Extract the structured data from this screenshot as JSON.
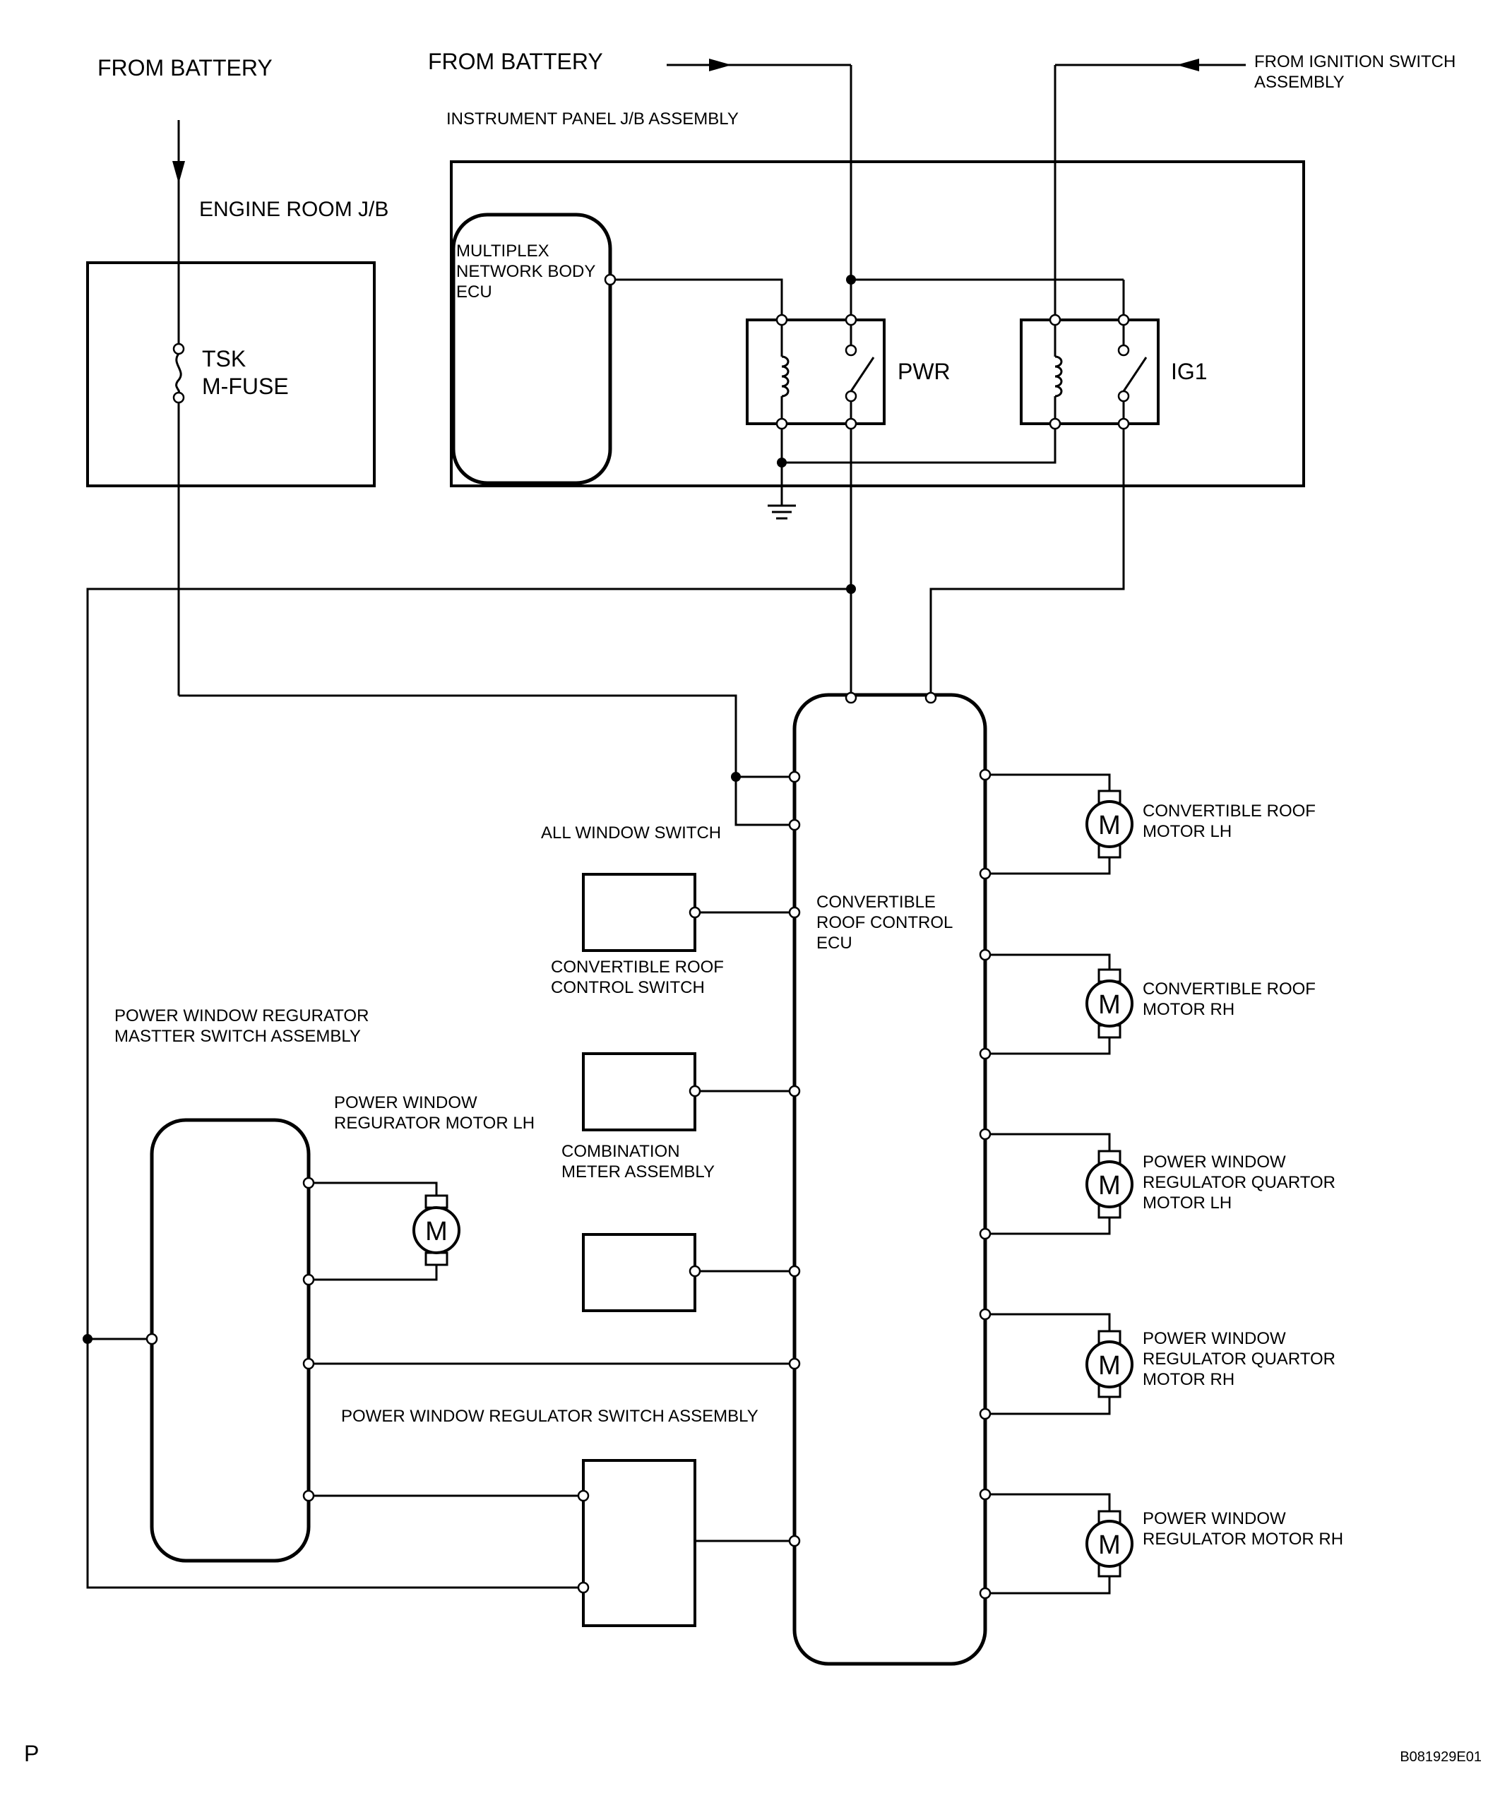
{
  "labels": {
    "from_battery_left": "FROM BATTERY",
    "from_battery_center": "FROM BATTERY",
    "from_ignition_line1": "FROM IGNITION SWITCH",
    "from_ignition_line2": "ASSEMBLY",
    "instrument_panel_jb": "INSTRUMENT PANEL J/B ASSEMBLY",
    "engine_room_jb": "ENGINE ROOM J/B",
    "fuse_line1": "TSK",
    "fuse_line2": "M-FUSE",
    "body_ecu_line1": "MULTIPLEX",
    "body_ecu_line2": "NETWORK BODY",
    "body_ecu_line3": "ECU",
    "relay_pwr": "PWR",
    "relay_ig1": "IG1",
    "all_window_switch": "ALL WINDOW SWITCH",
    "roof_ecu_line1": "CONVERTIBLE",
    "roof_ecu_line2": "ROOF CONTROL",
    "roof_ecu_line3": "ECU",
    "roof_switch_line1": "CONVERTIBLE ROOF",
    "roof_switch_line2": "CONTROL SWITCH",
    "combination_meter_line1": "COMBINATION",
    "combination_meter_line2": "METER ASSEMBLY",
    "master_switch_line1": "POWER WINDOW REGURATOR",
    "master_switch_line2": "MASTTER SWITCH ASSEMBLY",
    "pw_motor_lh_line1": "POWER WINDOW",
    "pw_motor_lh_line2": "REGURATOR MOTOR LH",
    "pw_switch_assembly": "POWER WINDOW REGULATOR SWITCH ASSEMBLY",
    "roof_motor_lh_line1": "CONVERTIBLE ROOF",
    "roof_motor_lh_line2": "MOTOR LH",
    "roof_motor_rh_line1": "CONVERTIBLE ROOF",
    "roof_motor_rh_line2": "MOTOR RH",
    "quarter_lh_line1": "POWER WINDOW",
    "quarter_lh_line2": "REGULATOR QUARTOR",
    "quarter_lh_line3": "MOTOR LH",
    "quarter_rh_line1": "POWER WINDOW",
    "quarter_rh_line2": "REGULATOR QUARTOR",
    "quarter_rh_line3": "MOTOR RH",
    "pw_motor_rh_line1": "POWER WINDOW",
    "pw_motor_rh_line2": "REGULATOR MOTOR RH",
    "motor_symbol": "M",
    "corner_mark": "P",
    "figure_code": "B081929E01"
  }
}
